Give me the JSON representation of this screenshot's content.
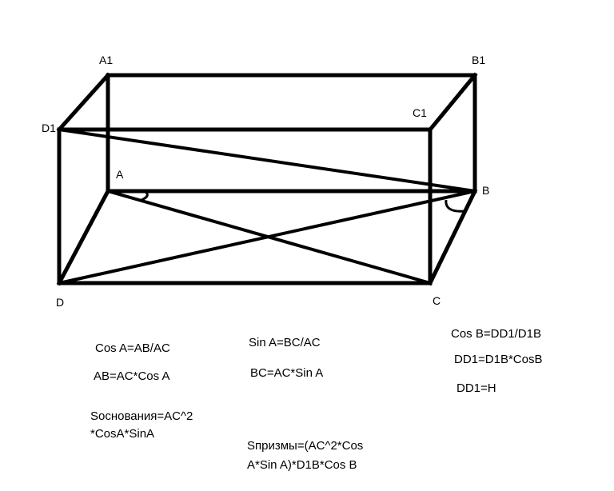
{
  "vertices": {
    "A1": "A1",
    "B1": "B1",
    "C1": "C1",
    "D1": "D1",
    "A": "A",
    "B": "B",
    "C": "C",
    "D": "D"
  },
  "formulas": {
    "cosA": "Cos A=AB/AC",
    "ab": "AB=AC*Cos A",
    "sinA": "Sin A=BC/AC",
    "bc": "BC=AC*Sin A",
    "cosB": "Cos B=DD1/D1B",
    "dd1": "DD1=D1B*CosB",
    "dd1h": "DD1=H",
    "sbase1": "Sоснования=AC^2",
    "sbase2": "*CosA*SinA",
    "sprism1": "Sпризмы=(AC^2*Cos",
    "sprism2": "A*Sin A)*D1B*Cos B"
  },
  "colors": {
    "stroke": "#000000"
  }
}
